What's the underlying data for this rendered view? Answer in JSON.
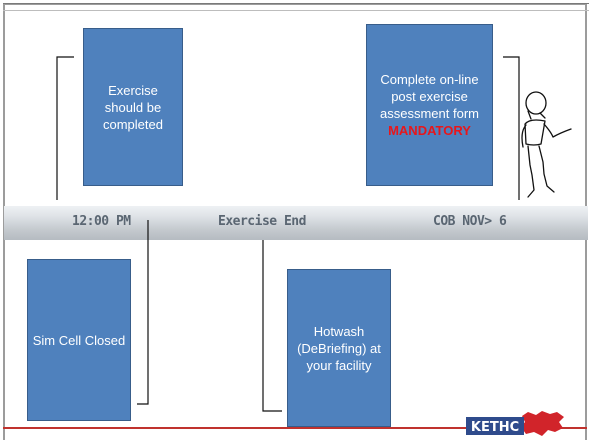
{
  "timeline": {
    "labels": {
      "time": "12:00 PM",
      "end": "Exercise End",
      "cob": "COB NOV> 6"
    }
  },
  "boxes": {
    "exercise_completed": "Exercise should be completed",
    "assessment_form": "Complete on-line post exercise assessment form",
    "mandatory": "MANDATORY",
    "sim_cell": "Sim Cell Closed",
    "hotwash": "Hotwash (DeBriefing) at your facility"
  },
  "logo": {
    "text": "KETHC"
  },
  "colors": {
    "box_fill": "#4f81bd",
    "box_border": "#385d8a",
    "mandatory": "#e8161b",
    "footer_line": "#c0322e",
    "logo_blue": "#2f4b8c",
    "logo_red": "#d1242a"
  }
}
